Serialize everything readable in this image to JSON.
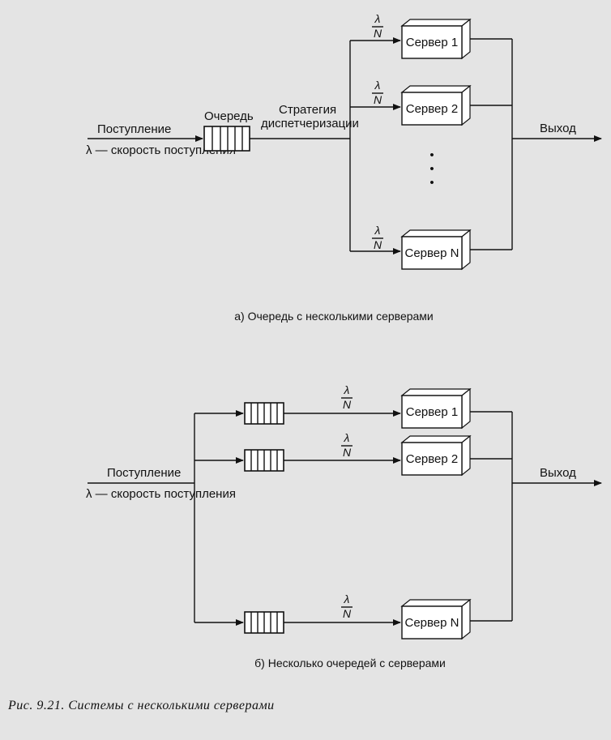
{
  "diagram_a": {
    "caption": "а) Очередь с несколькими серверами",
    "arrival_label": "Поступление",
    "rate_label": "λ — скорость поступления",
    "queue_label": "Очередь",
    "strategy_label_1": "Стратегия",
    "strategy_label_2": "диспетчеризации",
    "output_label": "Выход",
    "frac_num": "λ",
    "frac_den": "N",
    "servers": [
      "Сервер 1",
      "Сервер 2",
      "Сервер N"
    ],
    "ellipsis": "•"
  },
  "diagram_b": {
    "caption": "б) Несколько очередей с серверами",
    "arrival_label": "Поступление",
    "rate_label": "λ — скорость поступления",
    "output_label": "Выход",
    "frac_num": "λ",
    "frac_den": "N",
    "servers": [
      "Сервер 1",
      "Сервер 2",
      "Сервер N"
    ]
  },
  "figure_caption": "Рис. 9.21. Системы с несколькими серверами"
}
